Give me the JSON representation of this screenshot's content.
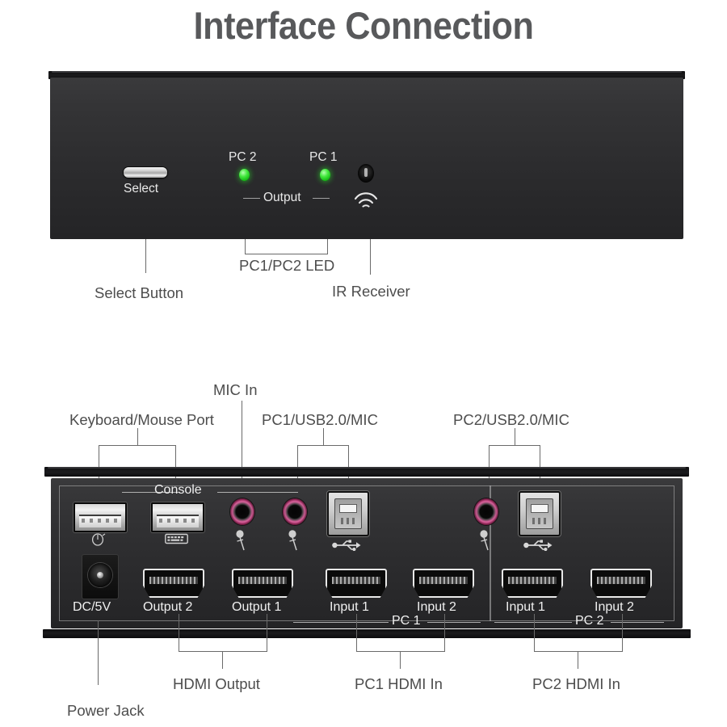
{
  "page": {
    "title": "Interface Connection",
    "title_color": "#58595b",
    "background": "#ffffff"
  },
  "front_panel": {
    "name": "KVM switch front panel",
    "body_color": "#2e2e30",
    "select_button": {
      "label": "Select",
      "icon": "select-button-icon"
    },
    "leds": [
      {
        "label": "PC 2",
        "color": "#2fdc2f",
        "state": "on"
      },
      {
        "label": "PC 1",
        "color": "#2fdc2f",
        "state": "on"
      }
    ],
    "output_label": "Output",
    "ir_receiver": {
      "icon": "ir-signal-icon",
      "lens": "ir-lens-icon"
    },
    "callouts": [
      {
        "id": "select-button",
        "label": "Select Button"
      },
      {
        "id": "pc-led",
        "label": "PC1/PC2 LED"
      },
      {
        "id": "ir-receiver",
        "label": "IR Receiver"
      }
    ]
  },
  "rear_panel": {
    "name": "KVM switch rear panel",
    "body_color": "#2c2c2e",
    "console_label": "Console",
    "top_row": {
      "usb_a_ports": [
        {
          "label": "",
          "icon": "mouse-icon",
          "type": "usb-a"
        },
        {
          "label": "",
          "icon": "keyboard-icon",
          "type": "usb-a"
        }
      ],
      "mic_jacks": [
        {
          "id": "console-mic",
          "color": "#c02b6d",
          "icon": "microphone-icon"
        },
        {
          "id": "pc1-mic",
          "color": "#c02b6d",
          "icon": "microphone-icon"
        },
        {
          "id": "pc2-mic",
          "color": "#c02b6d",
          "icon": "microphone-icon"
        }
      ],
      "usb_b_ports": [
        {
          "id": "pc1-usb-b",
          "icon": "usb-icon"
        },
        {
          "id": "pc2-usb-b",
          "icon": "usb-icon"
        }
      ]
    },
    "bottom_row": {
      "power": {
        "label": "DC/5V",
        "icon": "dc-jack-icon"
      },
      "hdmi_ports": [
        {
          "label": "Output 2",
          "group": "output"
        },
        {
          "label": "Output 1",
          "group": "output"
        },
        {
          "label": "Input 1",
          "group": "PC 1"
        },
        {
          "label": "Input 2",
          "group": "PC 1"
        },
        {
          "label": "Input 1",
          "group": "PC 2"
        },
        {
          "label": "Input 2",
          "group": "PC 2"
        }
      ],
      "group_labels": [
        {
          "label": "PC 1"
        },
        {
          "label": "PC 2"
        }
      ]
    },
    "callouts_top": [
      {
        "id": "keyboard-mouse-port",
        "label": "Keyboard/Mouse Port"
      },
      {
        "id": "mic-in",
        "label": "MIC In"
      },
      {
        "id": "pc1-usb-mic",
        "label": "PC1/USB2.0/MIC"
      },
      {
        "id": "pc2-usb-mic",
        "label": "PC2/USB2.0/MIC"
      }
    ],
    "callouts_bottom": [
      {
        "id": "power-jack",
        "label": "Power Jack"
      },
      {
        "id": "hdmi-output",
        "label": "HDMI Output"
      },
      {
        "id": "pc1-hdmi-in",
        "label": "PC1 HDMI In"
      },
      {
        "id": "pc2-hdmi-in",
        "label": "PC2 HDMI In"
      }
    ]
  }
}
